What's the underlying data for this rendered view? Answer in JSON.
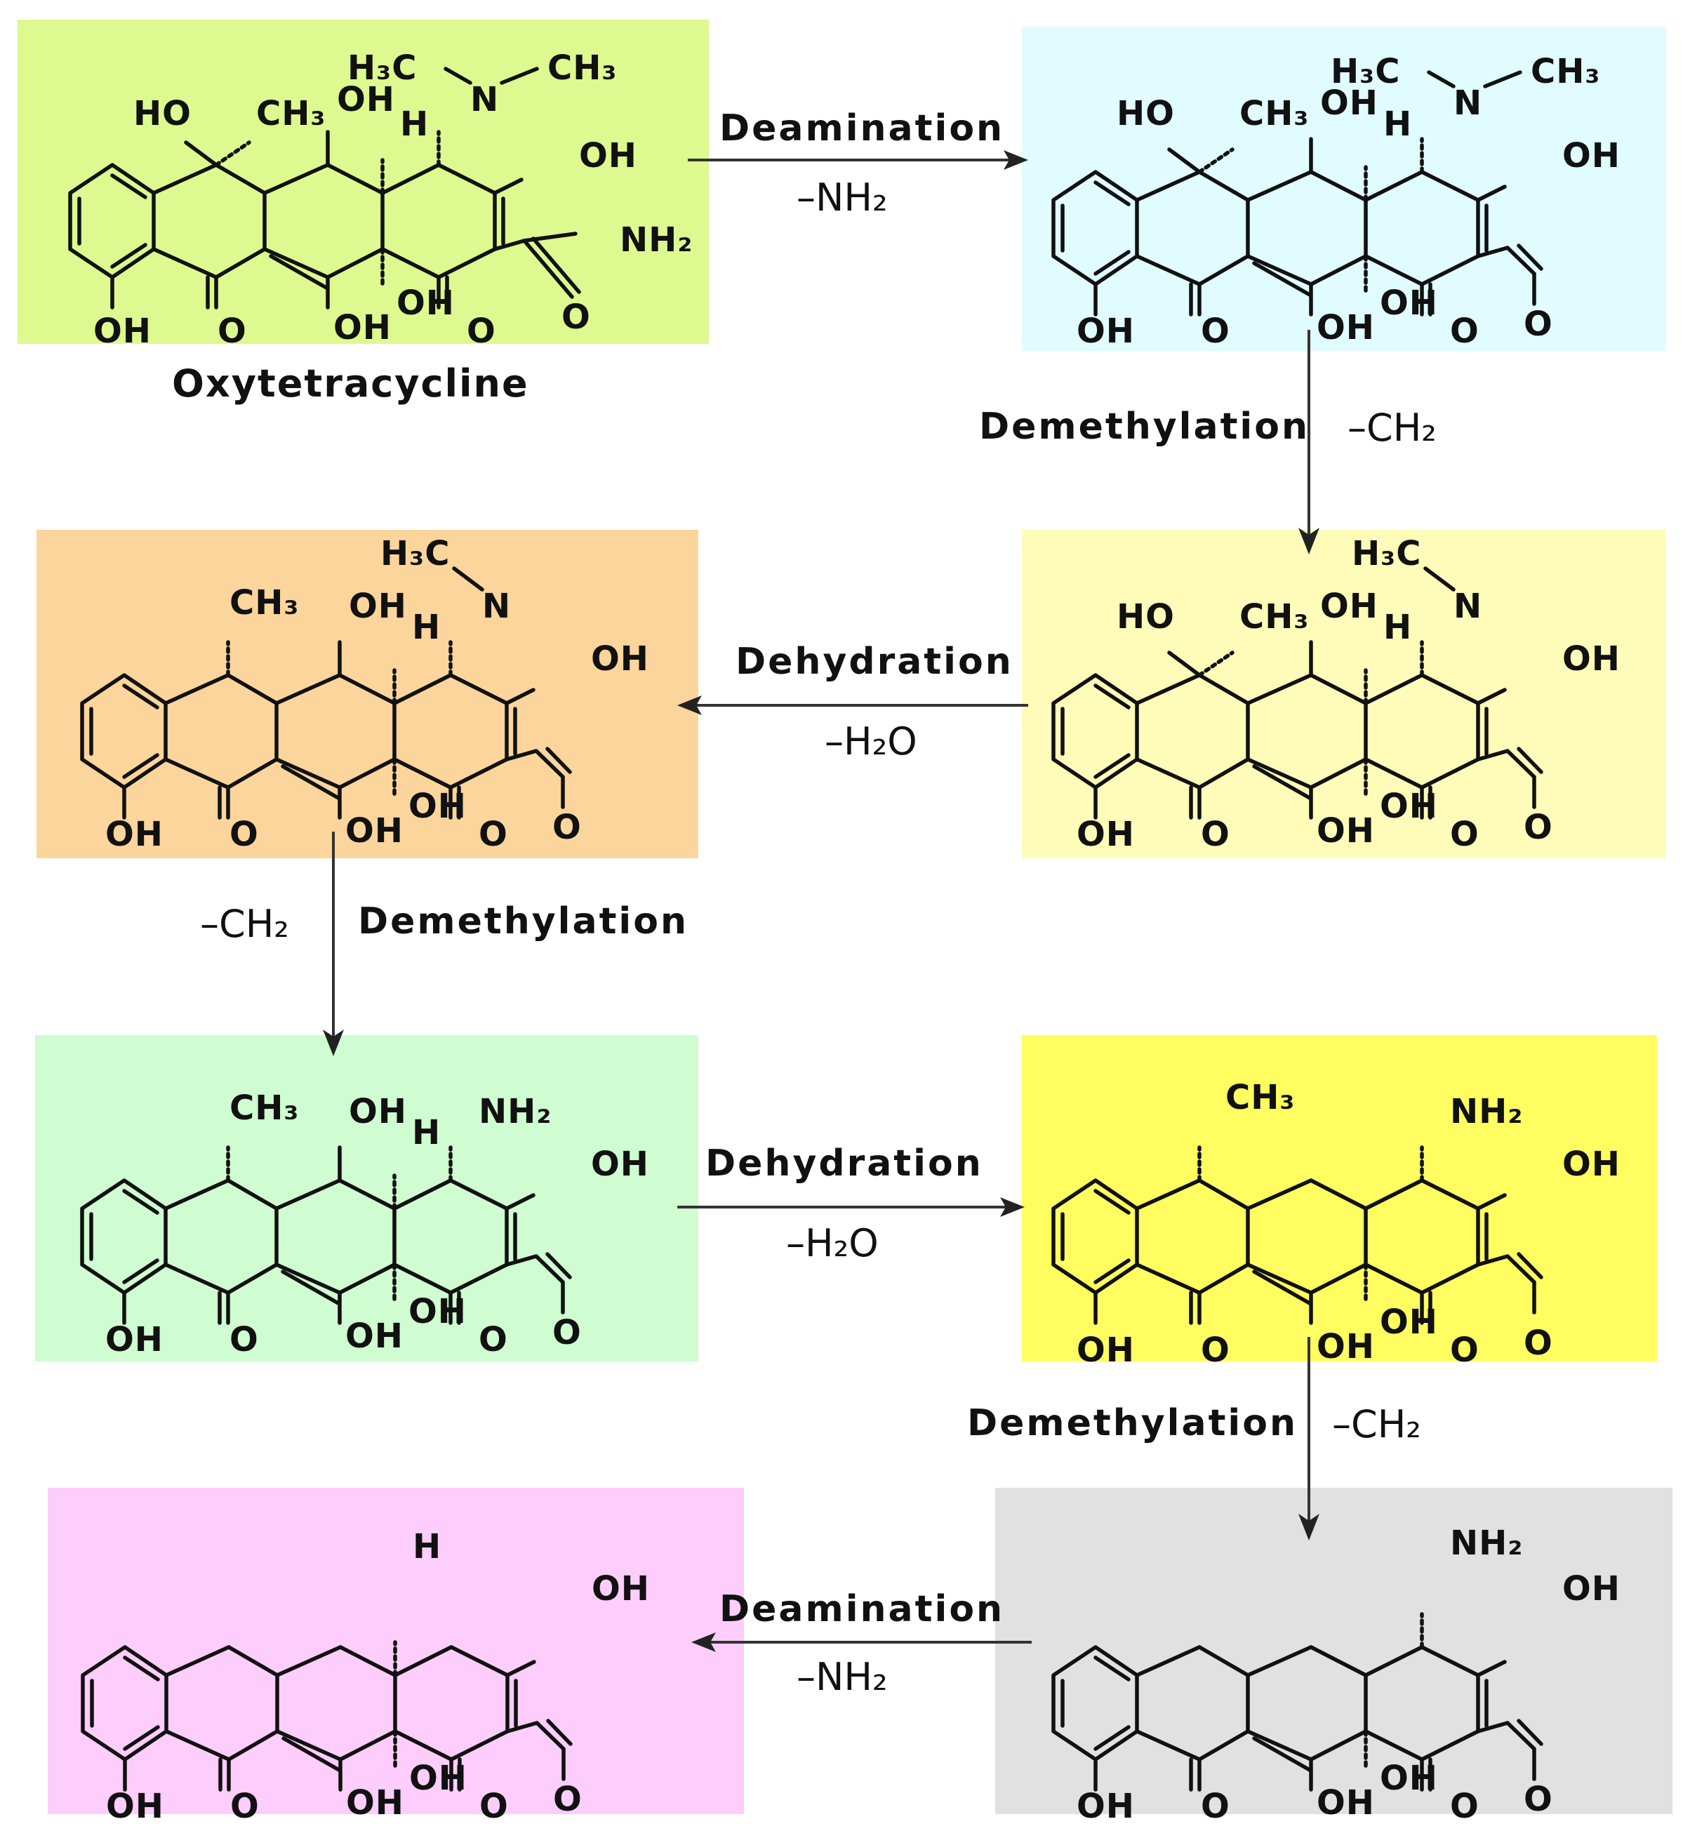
{
  "compound_name": "Oxytetracycline",
  "panels": [
    {
      "id": "p1",
      "color": "#DDF98F",
      "labels": {
        "nme": "N",
        "me1": "H₃C",
        "me2": "CH₃",
        "ho_top": "HO",
        "ch3_top": "CH₃",
        "oh11": "OH",
        "h_top": "H",
        "oh_right": "OH",
        "amide": "NH₂",
        "oh_bl": "OH",
        "o1": "O",
        "oh2": "OH",
        "oh3": "OH",
        "o3": "O",
        "o4": "O"
      }
    },
    {
      "id": "p2",
      "color": "#E0FCFE",
      "labels": {
        "nme": "N",
        "me1": "H₃C",
        "me2": "CH₃",
        "ho_top": "HO",
        "ch3_top": "CH₃",
        "oh11": "OH",
        "h_top": "H",
        "oh_right": "OH",
        "oh_bl": "OH",
        "o1": "O",
        "oh2": "OH",
        "oh3": "OH",
        "o3": "O",
        "o4": "O"
      }
    },
    {
      "id": "p3",
      "color": "#FFFCBA",
      "labels": {
        "nme": "N",
        "me1": "H₃C",
        "ho_top": "HO",
        "ch3_top": "CH₃",
        "oh11": "OH",
        "h_top": "H",
        "oh_right": "OH",
        "oh_bl": "OH",
        "o1": "O",
        "oh2": "OH",
        "oh3": "OH",
        "o3": "O",
        "o4": "O"
      }
    },
    {
      "id": "p4",
      "color": "#FCD59C",
      "labels": {
        "nme": "N",
        "me1": "H₃C",
        "ch3_top": "CH₃",
        "oh11": "OH",
        "h_top": "H",
        "oh_right": "OH",
        "oh_bl": "OH",
        "o1": "O",
        "oh2": "OH",
        "oh3": "OH",
        "o3": "O",
        "o4": "O"
      }
    },
    {
      "id": "p5",
      "color": "#CFFCD1",
      "labels": {
        "nh2": "NH₂",
        "ch3_top": "CH₃",
        "oh11": "OH",
        "h_top": "H",
        "oh_right": "OH",
        "oh_bl": "OH",
        "o1": "O",
        "oh2": "OH",
        "oh3": "OH",
        "o3": "O",
        "o4": "O"
      }
    },
    {
      "id": "p6",
      "color": "#FFFD5F",
      "labels": {
        "nh2": "NH₂",
        "ch3_top": "CH₃",
        "oh_right": "OH",
        "oh_bl": "OH",
        "o1": "O",
        "oh2": "OH",
        "oh3": "OH",
        "o3": "O",
        "o4": "O"
      }
    },
    {
      "id": "p7",
      "color": "#E1E1E1",
      "labels": {
        "nh2": "NH₂",
        "oh_right": "OH",
        "oh_bl": "OH",
        "o1": "O",
        "oh2": "OH",
        "oh3": "OH",
        "o3": "O",
        "o4": "O"
      }
    },
    {
      "id": "p8",
      "color": "#FDCDFB",
      "labels": {
        "h_top": "H",
        "oh_right": "OH",
        "oh_bl": "OH",
        "o1": "O",
        "oh2": "OH",
        "oh3": "OH",
        "o3": "O",
        "o4": "O"
      }
    }
  ],
  "reactions": [
    {
      "id": "r1",
      "name": "Deamination",
      "loss": "–NH₂"
    },
    {
      "id": "r2",
      "name": "Demethylation",
      "loss": "–CH₂"
    },
    {
      "id": "r3",
      "name": "Dehydration",
      "loss": "–H₂O"
    },
    {
      "id": "r4",
      "name": "Demethylation",
      "loss": "–CH₂"
    },
    {
      "id": "r5",
      "name": "Dehydration",
      "loss": "–H₂O"
    },
    {
      "id": "r6",
      "name": "Demethylation",
      "loss": "–CH₂"
    },
    {
      "id": "r7",
      "name": "Deamination",
      "loss": "–NH₂"
    }
  ]
}
